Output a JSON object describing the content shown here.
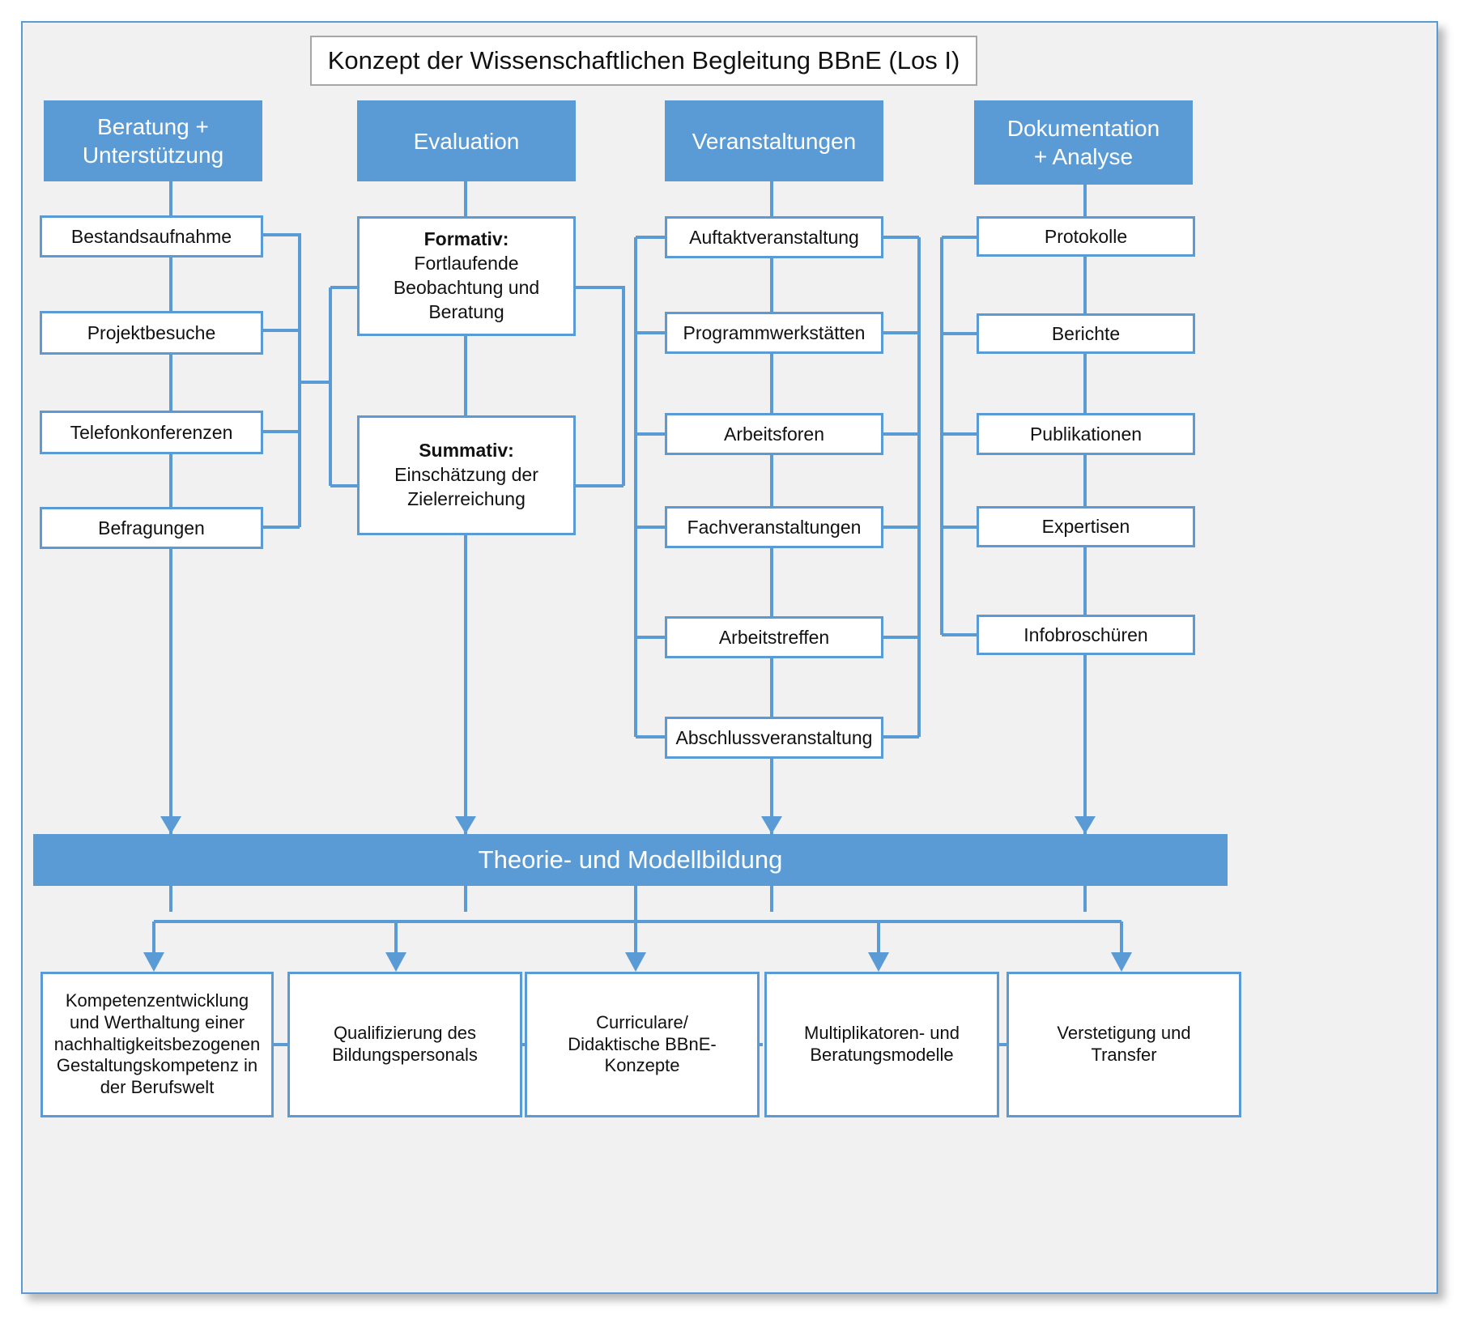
{
  "diagram": {
    "title": "Konzept der Wissenschaftlichen Begleitung BBnE (Los I)",
    "accent_color": "#5b9bd5",
    "background_color": "#f1f1f1",
    "box_border_color": "#5b9bd5",
    "title_border_color": "#a6a6a6",
    "banner": "Theorie- und Modellbildung"
  },
  "columns": [
    {
      "header": "Beratung +\nUnterstützung",
      "header_line1": "Beratung +",
      "header_line2": "Unterstützung",
      "items": [
        {
          "label": "Bestandsaufnahme"
        },
        {
          "label": "Projektbesuche"
        },
        {
          "label": "Telefonkonferenzen"
        },
        {
          "label": "Befragungen"
        }
      ]
    },
    {
      "header": "Evaluation",
      "header_line1": "Evaluation",
      "header_line2": "",
      "items": [
        {
          "title": "Formativ:",
          "body_line1": "Fortlaufende",
          "body_line2": "Beobachtung und",
          "body_line3": "Beratung"
        },
        {
          "title": "Summativ:",
          "body_line1": "Einschätzung der",
          "body_line2": "Zielerreichung",
          "body_line3": ""
        }
      ]
    },
    {
      "header": "Veranstaltungen",
      "header_line1": "Veranstaltungen",
      "header_line2": "",
      "items": [
        {
          "label": "Auftaktveranstaltung"
        },
        {
          "label": "Programmwerkstätten"
        },
        {
          "label": "Arbeitsforen"
        },
        {
          "label": "Fachveranstaltungen"
        },
        {
          "label": "Arbeitstreffen"
        },
        {
          "label": "Abschlussveranstaltung"
        }
      ]
    },
    {
      "header": "Dokumentation\n+ Analyse",
      "header_line1": "Dokumentation",
      "header_line2": "+ Analyse",
      "items": [
        {
          "label": "Protokolle"
        },
        {
          "label": "Berichte"
        },
        {
          "label": "Publikationen"
        },
        {
          "label": "Expertisen"
        },
        {
          "label": "Infobroschüren"
        }
      ]
    }
  ],
  "outcomes": [
    {
      "line1": "Kompetenzentwicklung",
      "line2": "und Werthaltung einer",
      "line3": "nachhaltigkeitsbezogenen",
      "line4": "Gestaltungskompetenz in",
      "line5": "der Berufswelt"
    },
    {
      "line1": "Qualifizierung des",
      "line2": "Bildungspersonals",
      "line3": "",
      "line4": "",
      "line5": ""
    },
    {
      "line1": "Curriculare/",
      "line2": "Didaktische BBnE-",
      "line3": "Konzepte",
      "line4": "",
      "line5": ""
    },
    {
      "line1": "Multiplikatoren- und",
      "line2": "Beratungsmodelle",
      "line3": "",
      "line4": "",
      "line5": ""
    },
    {
      "line1": "Verstetigung und",
      "line2": "Transfer",
      "line3": "",
      "line4": "",
      "line5": ""
    }
  ]
}
